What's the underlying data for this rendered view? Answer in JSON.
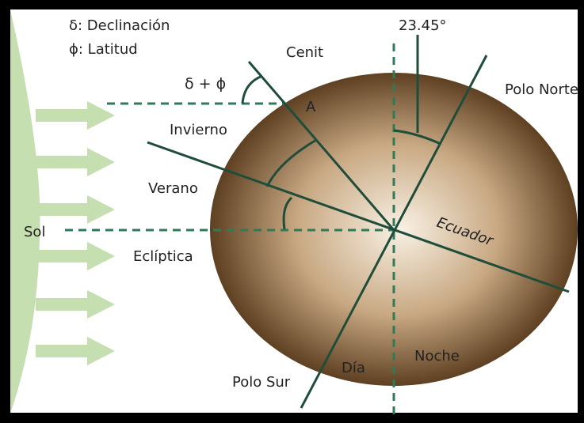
{
  "legend": {
    "declination": "δ: Declinación",
    "latitude": "ϕ: Latitud"
  },
  "labels": {
    "angle_sum": "δ + ϕ",
    "axial_tilt": "23.45°",
    "zenith": "Cenit",
    "north_pole": "Polo Norte",
    "point_a": "A",
    "winter": "Invierno",
    "summer": "Verano",
    "sun": "Sol",
    "ecliptic": "Eclíptica",
    "equator": "Ecuador",
    "south_pole": "Polo Sur",
    "day": "Día",
    "night": "Noche"
  },
  "colors": {
    "background": "#ffffff",
    "border": "#000000",
    "sun": "#c5dfb1",
    "arrows": "#c5dfb1",
    "earth_light": "#f8f1e4",
    "earth_mid": "#c8a882",
    "earth_dark": "#5e4022",
    "lines": "#1f4d3a",
    "dashed": "#2f7a57"
  }
}
